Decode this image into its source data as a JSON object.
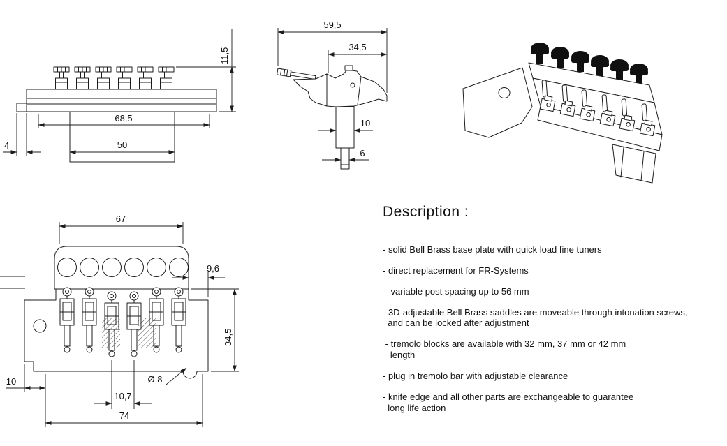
{
  "description": {
    "title": "Description :",
    "items": [
      "- solid Bell Brass base plate with quick load fine tuners",
      "- direct replacement for FR-Systems",
      "-  variable post spacing up to 56 mm",
      "- 3D-adjustable Bell Brass saddles are moveable through intonation screws,\n  and can be locked after adjustment",
      " - tremolo blocks are available with 32 mm, 37 mm or 42 mm\n   length",
      "- plug in tremolo bar with adjustable clearance",
      "- knife edge and all other parts are exchangeable to guarantee\n  long life action"
    ]
  },
  "views": {
    "side_view": {
      "dims": {
        "height": "11,5",
        "plate_width": "68,5",
        "block_width": "50",
        "lip": "4"
      }
    },
    "section_view": {
      "dims": {
        "total_depth": "59,5",
        "front_depth": "34,5",
        "block_thickness": "10",
        "rod_diameter": "6"
      }
    },
    "front_view": {
      "dims": {
        "plate_width": "67",
        "edge_offset": "9,6",
        "height": "34,5",
        "wing": "10",
        "hole_diameter": "Ø 8",
        "string_spacing": "10,7",
        "total_width": "74"
      }
    }
  }
}
